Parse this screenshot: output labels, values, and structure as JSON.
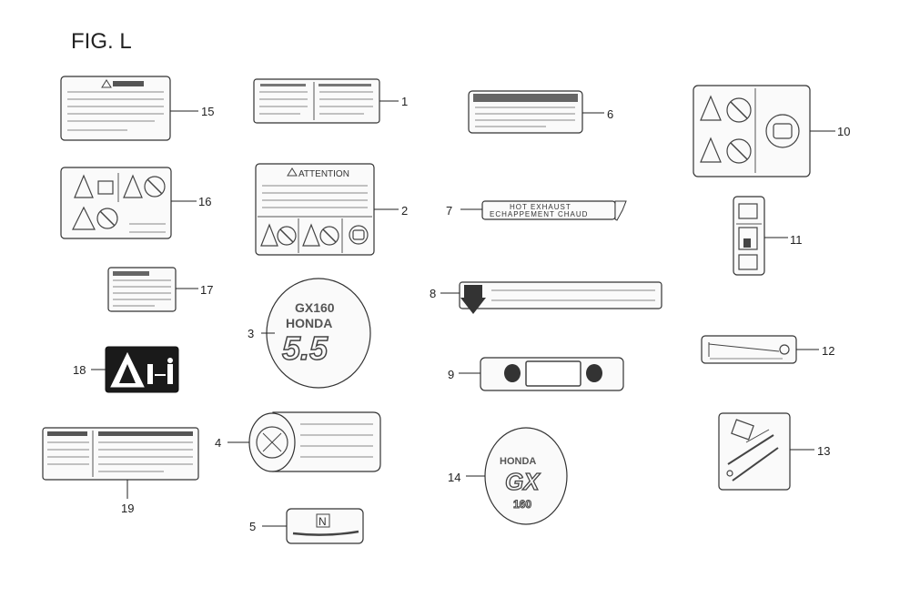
{
  "figure": {
    "title": "FIG. L"
  },
  "decal_text": {
    "d2_header": "ATTENTION",
    "d7_line1": "HOT EXHAUST",
    "d7_line2": "ECHAPPEMENT CHAUD",
    "d3_model": "GX160",
    "d3_brand": "HONDA",
    "d3_hp": "5.5",
    "d14_brand": "HONDA",
    "d14_model": "GX",
    "d14_size": "160",
    "d5_letter": "N"
  },
  "callouts": [
    "1",
    "2",
    "3",
    "4",
    "5",
    "6",
    "7",
    "8",
    "9",
    "10",
    "11",
    "12",
    "13",
    "14",
    "15",
    "16",
    "17",
    "18",
    "19"
  ]
}
